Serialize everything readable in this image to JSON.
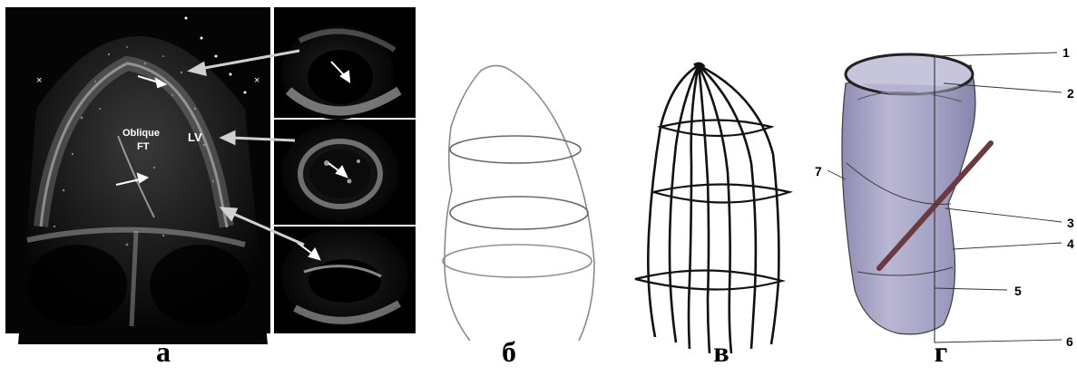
{
  "panel_a": {
    "label_lv": "LV",
    "label_oblique": "Oblique",
    "label_ft": "FT"
  },
  "panel_labels": [
    "а",
    "б",
    "в",
    "г"
  ],
  "panel_g": {
    "numbers": [
      "1",
      "2",
      "3",
      "4",
      "5",
      "6",
      "7"
    ]
  },
  "colors": {
    "echo_bg": "#050505",
    "model_fill": "#a9a7c6",
    "rod": "#6b3a3f"
  }
}
